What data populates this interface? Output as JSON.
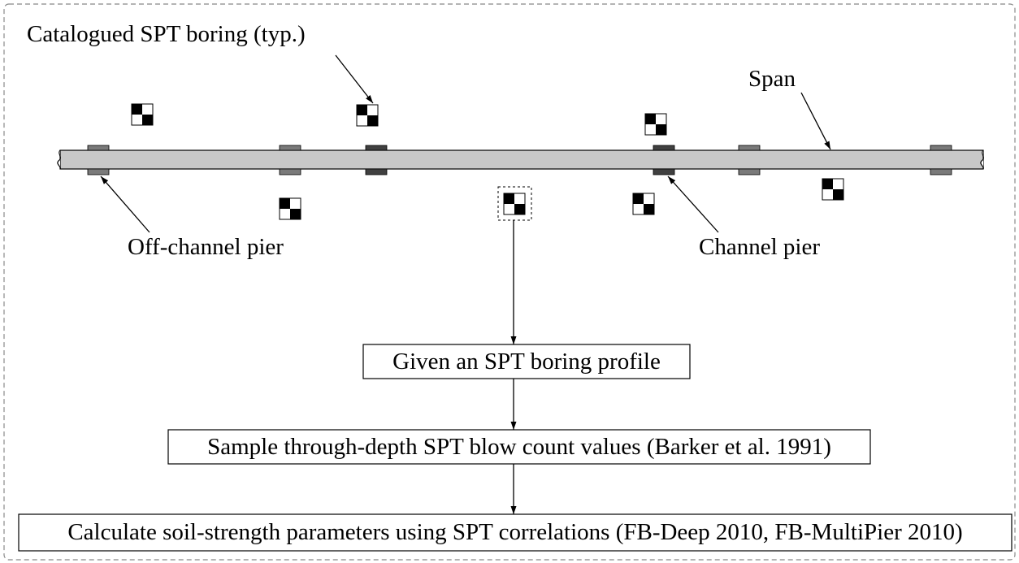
{
  "labels": {
    "catalogued_boring": "Catalogued SPT boring (typ.)",
    "span": "Span",
    "off_channel_pier": "Off-channel pier",
    "channel_pier": "Channel pier"
  },
  "flow_steps": [
    "Given an SPT boring profile",
    "Sample through-depth SPT blow count values (Barker et al. 1991)",
    "Calculate soil-strength parameters using SPT correlations (FB-Deep 2010, FB-MultiPier 2010)"
  ],
  "colors": {
    "span_fill": "#c8c8c8",
    "off_channel_pier": "#7a7a7a",
    "channel_pier": "#404040",
    "frame_dash": "#888888"
  },
  "icons": {
    "boring": "checkerboard-icon"
  }
}
